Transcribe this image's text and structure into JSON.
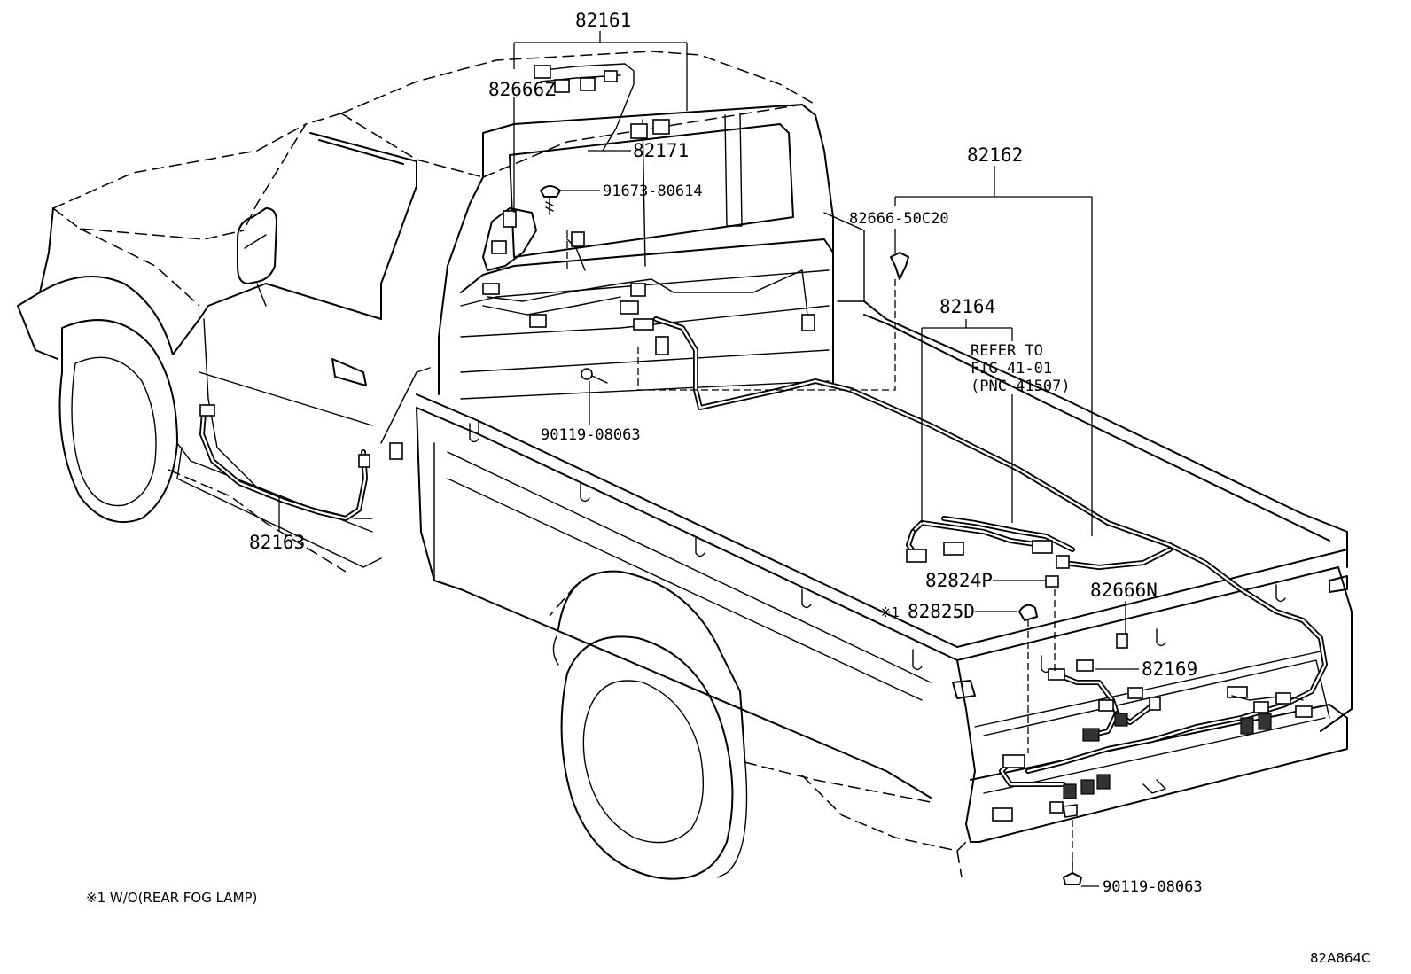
{
  "parts": {
    "p82161": "82161",
    "p82666Z": "82666Z",
    "p82171": "82171",
    "p91673": "91673-80614",
    "p82162": "82162",
    "p82666_50C20": "82666-50C20",
    "p82164": "82164",
    "refer_line1": "REFER TO",
    "refer_line2": "FIG 41-01",
    "refer_line3": "(PNC 41507)",
    "p90119_a": "90119-08063",
    "p82163": "82163",
    "p82824P": "82824P",
    "p82825D": "82825D",
    "p82825D_mark": "※1",
    "p82666N": "82666N",
    "p82169": "82169",
    "p90119_b": "90119-08063"
  },
  "footnote": "※1 W/O(REAR FOG LAMP)",
  "figure_code": "82A864C"
}
